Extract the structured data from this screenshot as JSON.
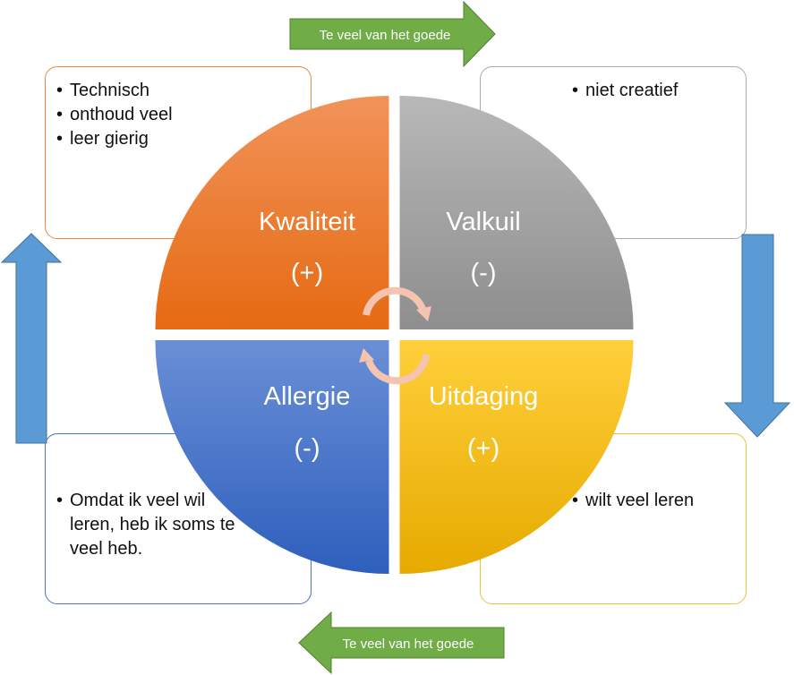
{
  "arrows": {
    "top_label": "Te veel van het goede",
    "bottom_label": "Te veel van het goede"
  },
  "quadrants": {
    "kwaliteit": {
      "title": "Kwaliteit",
      "sign": "(+)"
    },
    "valkuil": {
      "title": "Valkuil",
      "sign": "(-)"
    },
    "allergie": {
      "title": "Allergie",
      "sign": "(-)"
    },
    "uitdaging": {
      "title": "Uitdaging",
      "sign": "(+)"
    }
  },
  "boxes": {
    "top_left": [
      "Technisch",
      "onthoud veel",
      "leer gierig"
    ],
    "top_right": [
      "niet creatief"
    ],
    "bottom_left": [
      "Omdat ik veel wil leren, heb ik soms te veel heb."
    ],
    "bottom_right": [
      "wilt veel leren"
    ]
  },
  "colors": {
    "kwaliteit": "#ee7a2c",
    "valkuil": "#a5a5a5",
    "allergie": "#4472c4",
    "uitdaging": "#ffc000",
    "arrow_green": "#70ad47",
    "arrow_blue": "#5b9bd5"
  }
}
